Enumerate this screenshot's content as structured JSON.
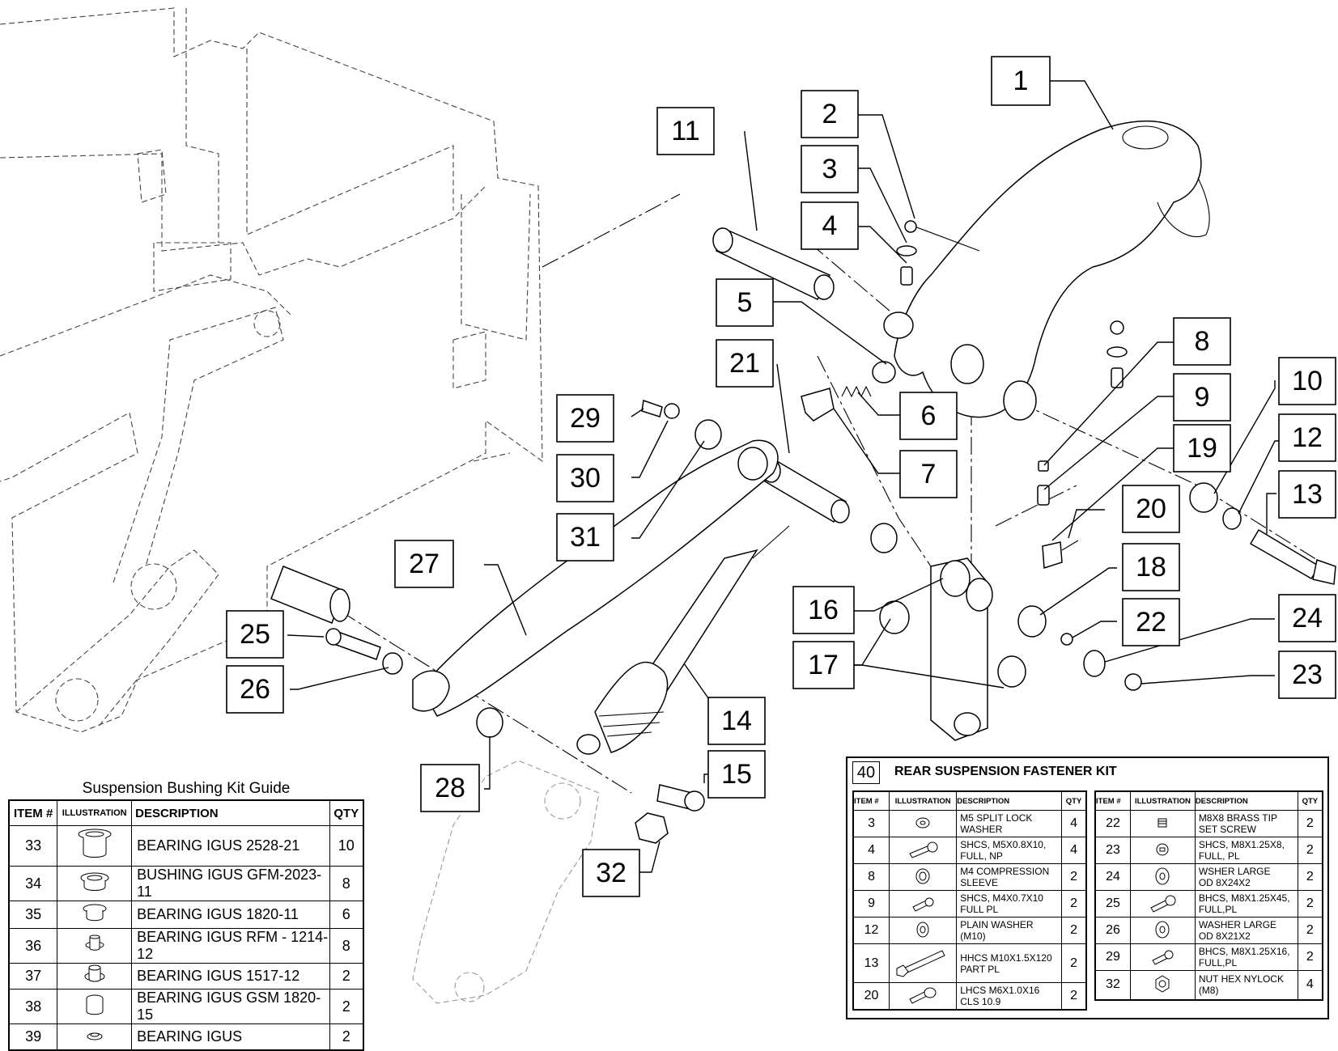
{
  "callouts": [
    "1",
    "2",
    "3",
    "4",
    "5",
    "6",
    "7",
    "8",
    "9",
    "10",
    "11",
    "12",
    "13",
    "14",
    "15",
    "16",
    "17",
    "18",
    "19",
    "20",
    "21",
    "22",
    "23",
    "24",
    "25",
    "26",
    "27",
    "28",
    "29",
    "30",
    "31",
    "32"
  ],
  "bushing_kit": {
    "title": "Suspension Bushing Kit Guide",
    "headers": [
      "ITEM #",
      "ILLUSTRATION",
      "DESCRIPTION",
      "QTY"
    ],
    "rows": [
      {
        "item": "33",
        "description": "BEARING IGUS 2528-21",
        "qty": "10",
        "icon": "flanged-bearing-large-icon"
      },
      {
        "item": "34",
        "description": "BUSHING IGUS GFM-2023-11",
        "qty": "8",
        "icon": "flanged-bushing-icon"
      },
      {
        "item": "35",
        "description": "BEARING IGUS 1820-11",
        "qty": "6",
        "icon": "flanged-bearing-medium-icon"
      },
      {
        "item": "36",
        "description": "BEARING IGUS RFM - 1214-12",
        "qty": "8",
        "icon": "flanged-bearing-small-icon"
      },
      {
        "item": "37",
        "description": "BEARING IGUS 1517-12",
        "qty": "2",
        "icon": "flanged-bearing-small-icon"
      },
      {
        "item": "38",
        "description": "BEARING IGUS GSM 1820-15",
        "qty": "2",
        "icon": "sleeve-bearing-icon"
      },
      {
        "item": "39",
        "description": "BEARING IGUS",
        "qty": "2",
        "icon": "thin-bearing-icon"
      }
    ]
  },
  "fastener_kit": {
    "number": "40",
    "title": "REAR SUSPENSION FASTENER KIT",
    "headers": [
      "ITEM #",
      "ILLUSTRATION",
      "DESCRIPTION",
      "QTY"
    ],
    "left_rows": [
      {
        "item": "3",
        "line1": "M5 SPLIT LOCK",
        "line2": "WASHER",
        "qty": "4",
        "icon": "split-lock-washer-icon"
      },
      {
        "item": "4",
        "line1": "SHCS, M5X0.8X10,",
        "line2": "FULL, NP",
        "qty": "4",
        "icon": "socket-head-screw-icon"
      },
      {
        "item": "8",
        "line1": "M4 COMPRESSION",
        "line2": "SLEEVE",
        "qty": "2",
        "icon": "compression-sleeve-icon"
      },
      {
        "item": "9",
        "line1": "SHCS, M4X0.7X10",
        "line2": "FULL PL",
        "qty": "2",
        "icon": "socket-head-screw-icon"
      },
      {
        "item": "12",
        "line1": "PLAIN WASHER",
        "line2": "(M10)",
        "qty": "2",
        "icon": "plain-washer-icon"
      },
      {
        "item": "13",
        "line1": "HHCS M10X1.5X120",
        "line2": "PART PL",
        "qty": "2",
        "icon": "hex-bolt-icon"
      },
      {
        "item": "20",
        "line1": "LHCS M6X1.0X16",
        "line2": "CLS 10.9",
        "qty": "2",
        "icon": "low-head-screw-icon"
      }
    ],
    "right_rows": [
      {
        "item": "22",
        "line1": "M8X8 BRASS TIP",
        "line2": "SET SCREW",
        "qty": "2",
        "icon": "set-screw-icon"
      },
      {
        "item": "23",
        "line1": "SHCS, M8X1.25X8,",
        "line2": "FULL, PL",
        "qty": "2",
        "icon": "socket-head-screw-end-icon"
      },
      {
        "item": "24",
        "line1": "WSHER LARGE",
        "line2": "OD 8X24X2",
        "qty": "2",
        "icon": "large-washer-icon"
      },
      {
        "item": "25",
        "line1": "BHCS, M8X1.25X45,",
        "line2": "FULL,PL",
        "qty": "2",
        "icon": "button-head-screw-icon"
      },
      {
        "item": "26",
        "line1": "WASHER LARGE",
        "line2": "OD 8X21X2",
        "qty": "2",
        "icon": "large-washer-icon"
      },
      {
        "item": "29",
        "line1": "BHCS, M8X1.25X16,",
        "line2": "FULL,PL",
        "qty": "2",
        "icon": "button-head-screw-icon"
      },
      {
        "item": "32",
        "line1": "NUT HEX NYLOCK",
        "line2": "(M8)",
        "qty": "4",
        "icon": "hex-nut-icon"
      }
    ]
  }
}
